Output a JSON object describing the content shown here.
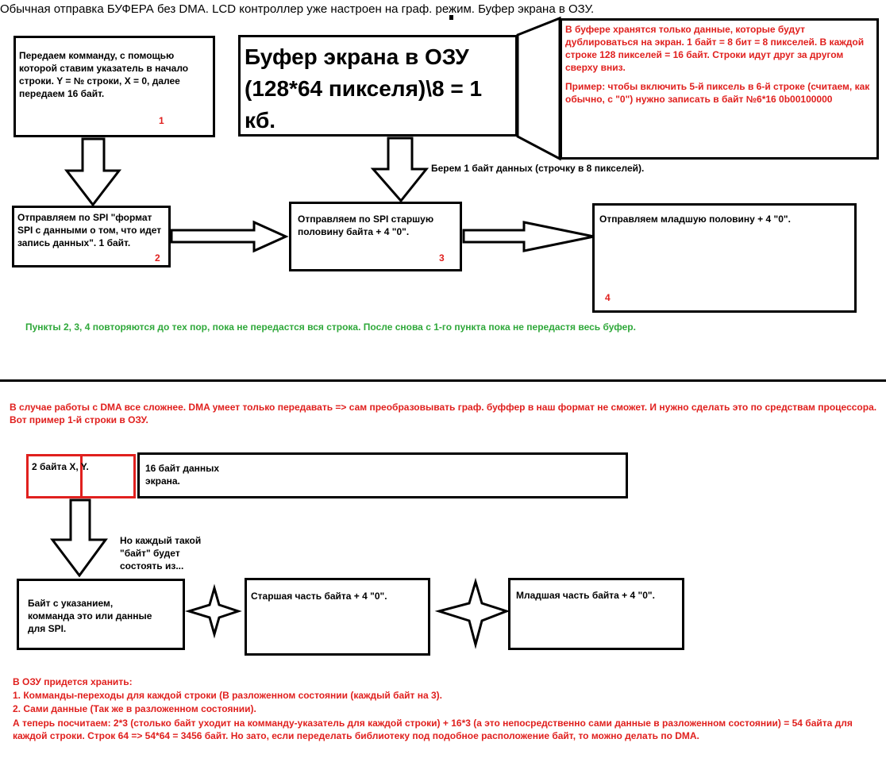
{
  "top_title": "Обычная отправка БУФЕРА без DMA. LCD контроллер уже настроен на граф. режим. Буфер экрана в ОЗУ.",
  "step1": {
    "text": "Передаем комманду, с помощью которой ставим указатель в начало строки. Y = № строки, X = 0, далее передаем 16 байт.",
    "num": "1"
  },
  "buffer_box": "Буфер экрана в ОЗУ (128*64 пикселя)\\8 = 1 кб.",
  "buffer_note": {
    "line1": "В буфере хранятся только данные, которые будут дублироваться на экран. 1 байт = 8 бит = 8 пикселей. В каждой строке 128 пикселей = 16 байт. Строки идут друг за другом сверху вниз.",
    "line2": "Пример: чтобы включить 5-й пиксель в 6-й строке (считаем, как обычно, с \"0\") нужно записать в байт №6*16 0b00100000"
  },
  "take_byte_label": "Берем 1 байт данных (строчку в 8 пикселей).",
  "step2": {
    "text": "Отправляем по SPI \"формат SPI с данными о том, что идет запись данных\". 1 байт.",
    "num": "2"
  },
  "step3": {
    "text": "Отправляем по SPI старшую половину байта + 4 \"0\".",
    "num": "3"
  },
  "step4": {
    "text": "Отправляем младшую половину + 4 \"0\".",
    "num": "4"
  },
  "repeat_note": "Пункты 2, 3, 4 повторяются до тех пор, пока не передастся вся строка. После снова с 1-го пункта пока не передастя весь буфер.",
  "dma_intro": "В случае работы с DMA все сложнее. DMA умеет только передавать => сам преобразовывать граф. буффер в наш формат не сможет. И нужно сделать это по средствам процессора. Вот пример 1-й строки в ОЗУ.",
  "row_example": {
    "xy_label": "2 байта X, Y.",
    "data_label": "16 байт данных экрана."
  },
  "each_byte_label": "Но каждый такой \"байт\" будет состоять из...",
  "part_a": "Байт с указанием, комманда это или данные для SPI.",
  "part_b": "Старшая часть байта + 4 \"0\".",
  "part_c": "Младшая часть байта + 4 \"0\".",
  "ram_store": {
    "title": "В ОЗУ придется хранить:",
    "item1": "1. Комманды-переходы для каждой строки (В разложенном состоянии (каждый байт на 3).",
    "item2": "2. Сами данные (Так же в разложенном состоянии).",
    "calc": "А теперь посчитаем: 2*3 (столько байт уходит на комманду-указатель для каждой строки) + 16*3 (а это непосредственно сами данные в разложенном состоянии) = 54 байта для каждой строки. Строк 64 => 54*64 = 3456 байт. Но зато, если переделать библиотеку под подобное расположение байт, то можно делать по DMA."
  },
  "colors": {
    "red": "#e0201e",
    "green": "#2fa83a",
    "stroke": "#000000"
  }
}
